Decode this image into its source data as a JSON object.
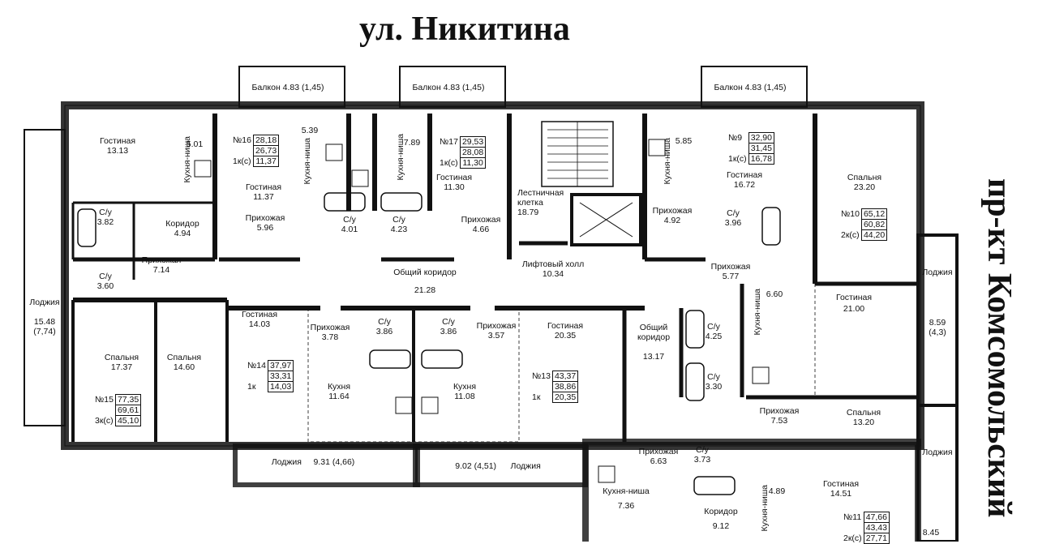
{
  "street_top": "ул. Никитина",
  "street_right": "пр-кт Комсомольский",
  "balconies": [
    {
      "name": "Балкон",
      "area": "4.83",
      "coeff": "(1,45)"
    },
    {
      "name": "Балкон",
      "area": "4.83",
      "coeff": "(1,45)"
    },
    {
      "name": "Балкон",
      "area": "4.83",
      "coeff": "(1,45)"
    }
  ],
  "rooms": [
    {
      "name": "Гостиная",
      "area": "13.13"
    },
    {
      "name": "Кухня-ниша",
      "area": "5.01"
    },
    {
      "name": "Гостиная",
      "area": "11.37"
    },
    {
      "name": "Кухня-ниша",
      "area": "5.39"
    },
    {
      "name": "Кухня-ниша",
      "area": "7.89"
    },
    {
      "name": "Гостиная",
      "area": "11.30"
    },
    {
      "name": "Лестничная клетка",
      "area": "18.79"
    },
    {
      "name": "Кухня-ниша",
      "area": "5.85"
    },
    {
      "name": "Гостиная",
      "area": "16.72"
    },
    {
      "name": "Спальня",
      "area": "23.20"
    },
    {
      "name": "С/у",
      "area": "3.82"
    },
    {
      "name": "Коридор",
      "area": "4.94"
    },
    {
      "name": "Прихожая",
      "area": "5.96"
    },
    {
      "name": "С/у",
      "area": "4.01"
    },
    {
      "name": "С/у",
      "area": "4.23"
    },
    {
      "name": "Прихожая",
      "area": "4.66"
    },
    {
      "name": "Прихожая",
      "area": "4.92"
    },
    {
      "name": "С/у",
      "area": "3.96"
    },
    {
      "name": "Прихожая",
      "area": "7.14"
    },
    {
      "name": "С/у",
      "area": "3.60"
    },
    {
      "name": "Общий коридор",
      "area": "21.28"
    },
    {
      "name": "Лифтовый холл",
      "area": "10.34"
    },
    {
      "name": "Прихожая",
      "area": "5.77"
    },
    {
      "name": "Лоджия",
      "area": "15.48",
      "coeff": "(7,74)"
    },
    {
      "name": "Гостиная",
      "area": "14.03"
    },
    {
      "name": "Прихожая",
      "area": "3.78"
    },
    {
      "name": "С/у",
      "area": "3.86"
    },
    {
      "name": "С/у",
      "area": "3.86"
    },
    {
      "name": "Прихожая",
      "area": "3.57"
    },
    {
      "name": "Гостиная",
      "area": "20.35"
    },
    {
      "name": "Общий коридор",
      "area": "13.17"
    },
    {
      "name": "Кухня-ниша",
      "area": "6.60"
    },
    {
      "name": "С/у",
      "area": "4.25"
    },
    {
      "name": "Гостиная",
      "area": "21.00"
    },
    {
      "name": "Лоджия",
      "area": "8.59",
      "coeff": "(4,3)"
    },
    {
      "name": "Спальня",
      "area": "17.37"
    },
    {
      "name": "Спальня",
      "area": "14.60"
    },
    {
      "name": "Кухня",
      "area": "11.64"
    },
    {
      "name": "Кухня",
      "area": "11.08"
    },
    {
      "name": "С/у",
      "area": "3.30"
    },
    {
      "name": "Прихожая",
      "area": "7.53"
    },
    {
      "name": "Спальня",
      "area": "13.20"
    },
    {
      "name": "Лоджия",
      "area": "9.31",
      "coeff": "(4,66)"
    },
    {
      "name": "Лоджия",
      "area": "9.02",
      "coeff": "(4,51)"
    },
    {
      "name": "Прихожая",
      "area": "6.63"
    },
    {
      "name": "С/у",
      "area": "3.73"
    },
    {
      "name": "Лоджия",
      "area": ""
    },
    {
      "name": "Кухня-ниша",
      "area": "7.36"
    },
    {
      "name": "Коридор",
      "area": "9.12"
    },
    {
      "name": "Кухня-ниша",
      "area": "4.89"
    },
    {
      "name": "Гостиная",
      "area": "14.51"
    },
    {
      "name": "Лоджия",
      "area": "8.45"
    }
  ],
  "apartments": [
    {
      "no": "№16",
      "type": "1к(с)",
      "total": "28,18",
      "living_total": "26,73",
      "living": "11,37"
    },
    {
      "no": "№17",
      "type": "1к(с)",
      "total": "29,53",
      "living_total": "28,08",
      "living": "11,30"
    },
    {
      "no": "№9",
      "type": "1к(с)",
      "total": "32,90",
      "living_total": "31,45",
      "living": "16,78"
    },
    {
      "no": "№10",
      "type": "2к(с)",
      "total": "65,12",
      "living_total": "60,82",
      "living": "44,20"
    },
    {
      "no": "№14",
      "type": "1к",
      "total": "37,97",
      "living_total": "33,31",
      "living": "14,03"
    },
    {
      "no": "№13",
      "type": "1к",
      "total": "43,37",
      "living_total": "38,86",
      "living": "20,35"
    },
    {
      "no": "№15",
      "type": "3к(с)",
      "total": "77,35",
      "living_total": "69,61",
      "living": "45,10"
    },
    {
      "no": "№11",
      "type": "2к(с)",
      "total": "47,66",
      "living_total": "43,43",
      "living": "27,71"
    }
  ]
}
